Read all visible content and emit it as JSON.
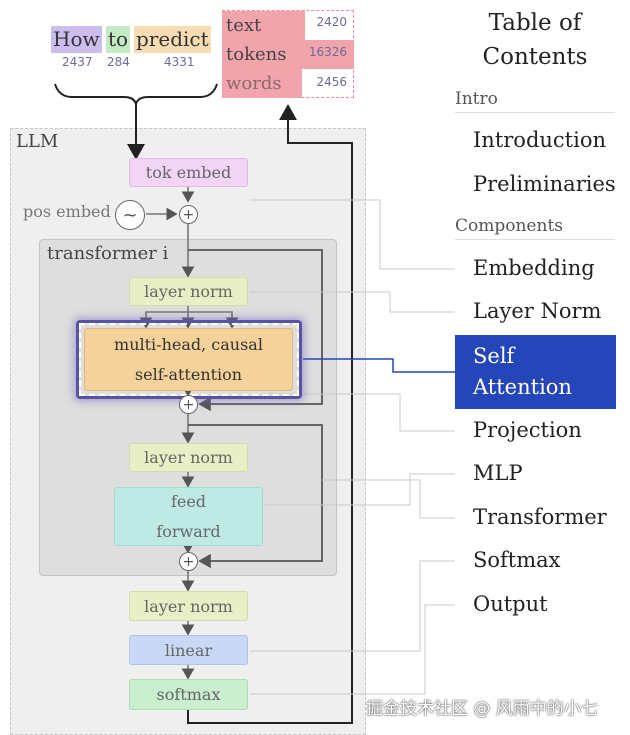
{
  "input_tokens": [
    {
      "text": "How",
      "id": "2437",
      "color": "#cdbcee"
    },
    {
      "text": "to",
      "id": "284",
      "color": "#c5ebc5"
    },
    {
      "text": "predict",
      "id": "4331",
      "color": "#f8ddb4"
    }
  ],
  "output_tokens": [
    {
      "text": "text",
      "value": "2420"
    },
    {
      "text": "tokens",
      "value": "16326"
    },
    {
      "text": "words",
      "value": "2456"
    }
  ],
  "llm": {
    "label": "LLM",
    "tok_embed": "tok embed",
    "pos_embed": "pos embed",
    "pos_symbol": "~",
    "transformer_label": "transformer i",
    "layer_norm": "layer norm",
    "attention_line1": "multi-head, causal",
    "attention_line2": "self-attention",
    "ffn_line1": "feed",
    "ffn_line2": "forward",
    "linear": "linear",
    "softmax": "softmax",
    "plus_symbol": "+"
  },
  "toc": {
    "title_line1": "Table of",
    "title_line2": "Contents",
    "section_intro": "Intro",
    "introduction": "Introduction",
    "preliminaries": "Preliminaries",
    "section_components": "Components",
    "embedding": "Embedding",
    "layer_norm": "Layer Norm",
    "self_attention_line1": "Self",
    "self_attention_line2": "Attention",
    "projection": "Projection",
    "mlp": "MLP",
    "transformer": "Transformer",
    "softmax": "Softmax",
    "output": "Output",
    "active_color": "#2446b8"
  },
  "watermark": "掘金技术社区 @ 风雨中的小七"
}
